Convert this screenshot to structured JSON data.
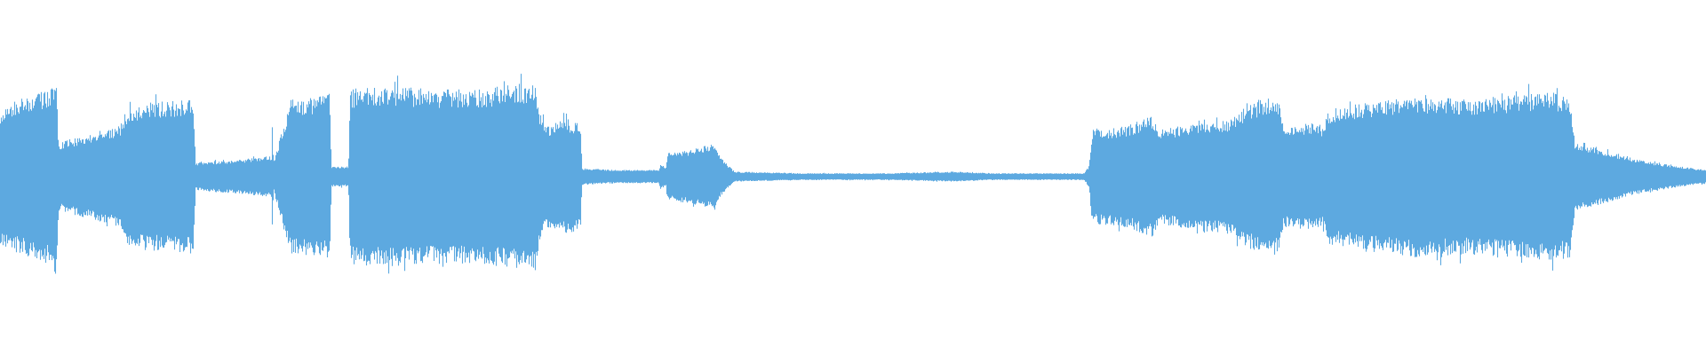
{
  "waveform": {
    "color": "#5DA9E0",
    "background": "#FFFFFF",
    "envelope": [
      [
        0,
        0.4
      ],
      [
        0.6,
        0.44
      ],
      [
        1.2,
        0.46
      ],
      [
        2.2,
        0.5
      ],
      [
        3.0,
        0.52
      ],
      [
        3.3,
        0.62
      ],
      [
        3.4,
        0.2
      ],
      [
        4.0,
        0.22
      ],
      [
        5.5,
        0.26
      ],
      [
        7.0,
        0.3
      ],
      [
        7.45,
        0.41
      ],
      [
        8.6,
        0.44
      ],
      [
        11.3,
        0.46
      ],
      [
        11.45,
        0.08
      ],
      [
        12.0,
        0.09
      ],
      [
        14.0,
        0.1
      ],
      [
        15.4,
        0.12
      ],
      [
        15.9,
        0.12
      ],
      [
        16.0,
        0.08
      ],
      [
        15.95,
        0.44
      ],
      [
        17.0,
        0.46
      ],
      [
        19.0,
        0.48
      ],
      [
        19.3,
        0.5
      ],
      [
        19.4,
        0.06
      ],
      [
        20.0,
        0.06
      ],
      [
        20.4,
        0.06
      ],
      [
        20.5,
        0.52
      ],
      [
        23.0,
        0.54
      ],
      [
        25.0,
        0.52
      ],
      [
        28.0,
        0.52
      ],
      [
        31.1,
        0.56
      ],
      [
        31.4,
        0.56
      ],
      [
        31.6,
        0.4
      ],
      [
        32.0,
        0.3
      ],
      [
        33.0,
        0.34
      ],
      [
        34.0,
        0.32
      ],
      [
        34.1,
        0.05
      ],
      [
        36.0,
        0.04
      ],
      [
        38.6,
        0.04
      ],
      [
        38.7,
        0.08
      ],
      [
        39.0,
        0.05
      ],
      [
        39.1,
        0.14
      ],
      [
        40.5,
        0.16
      ],
      [
        41.9,
        0.2
      ],
      [
        42.2,
        0.12
      ],
      [
        43.0,
        0.03
      ],
      [
        47.0,
        0.02
      ],
      [
        52.0,
        0.02
      ],
      [
        56.0,
        0.03
      ],
      [
        58.0,
        0.02
      ],
      [
        63.5,
        0.02
      ],
      [
        63.8,
        0.06
      ],
      [
        64.0,
        0.28
      ],
      [
        66.0,
        0.3
      ],
      [
        67.5,
        0.36
      ],
      [
        68.0,
        0.28
      ],
      [
        70.0,
        0.32
      ],
      [
        72.0,
        0.34
      ],
      [
        73.0,
        0.42
      ],
      [
        74.5,
        0.48
      ],
      [
        75.0,
        0.44
      ],
      [
        75.2,
        0.3
      ],
      [
        77.0,
        0.32
      ],
      [
        77.6,
        0.3
      ],
      [
        77.8,
        0.4
      ],
      [
        80.0,
        0.44
      ],
      [
        83.0,
        0.48
      ],
      [
        86.0,
        0.46
      ],
      [
        88.0,
        0.48
      ],
      [
        91.0,
        0.5
      ],
      [
        92.0,
        0.48
      ],
      [
        92.3,
        0.2
      ],
      [
        94.0,
        0.16
      ],
      [
        96.0,
        0.1
      ],
      [
        98.5,
        0.06
      ],
      [
        100,
        0.04
      ]
    ]
  }
}
